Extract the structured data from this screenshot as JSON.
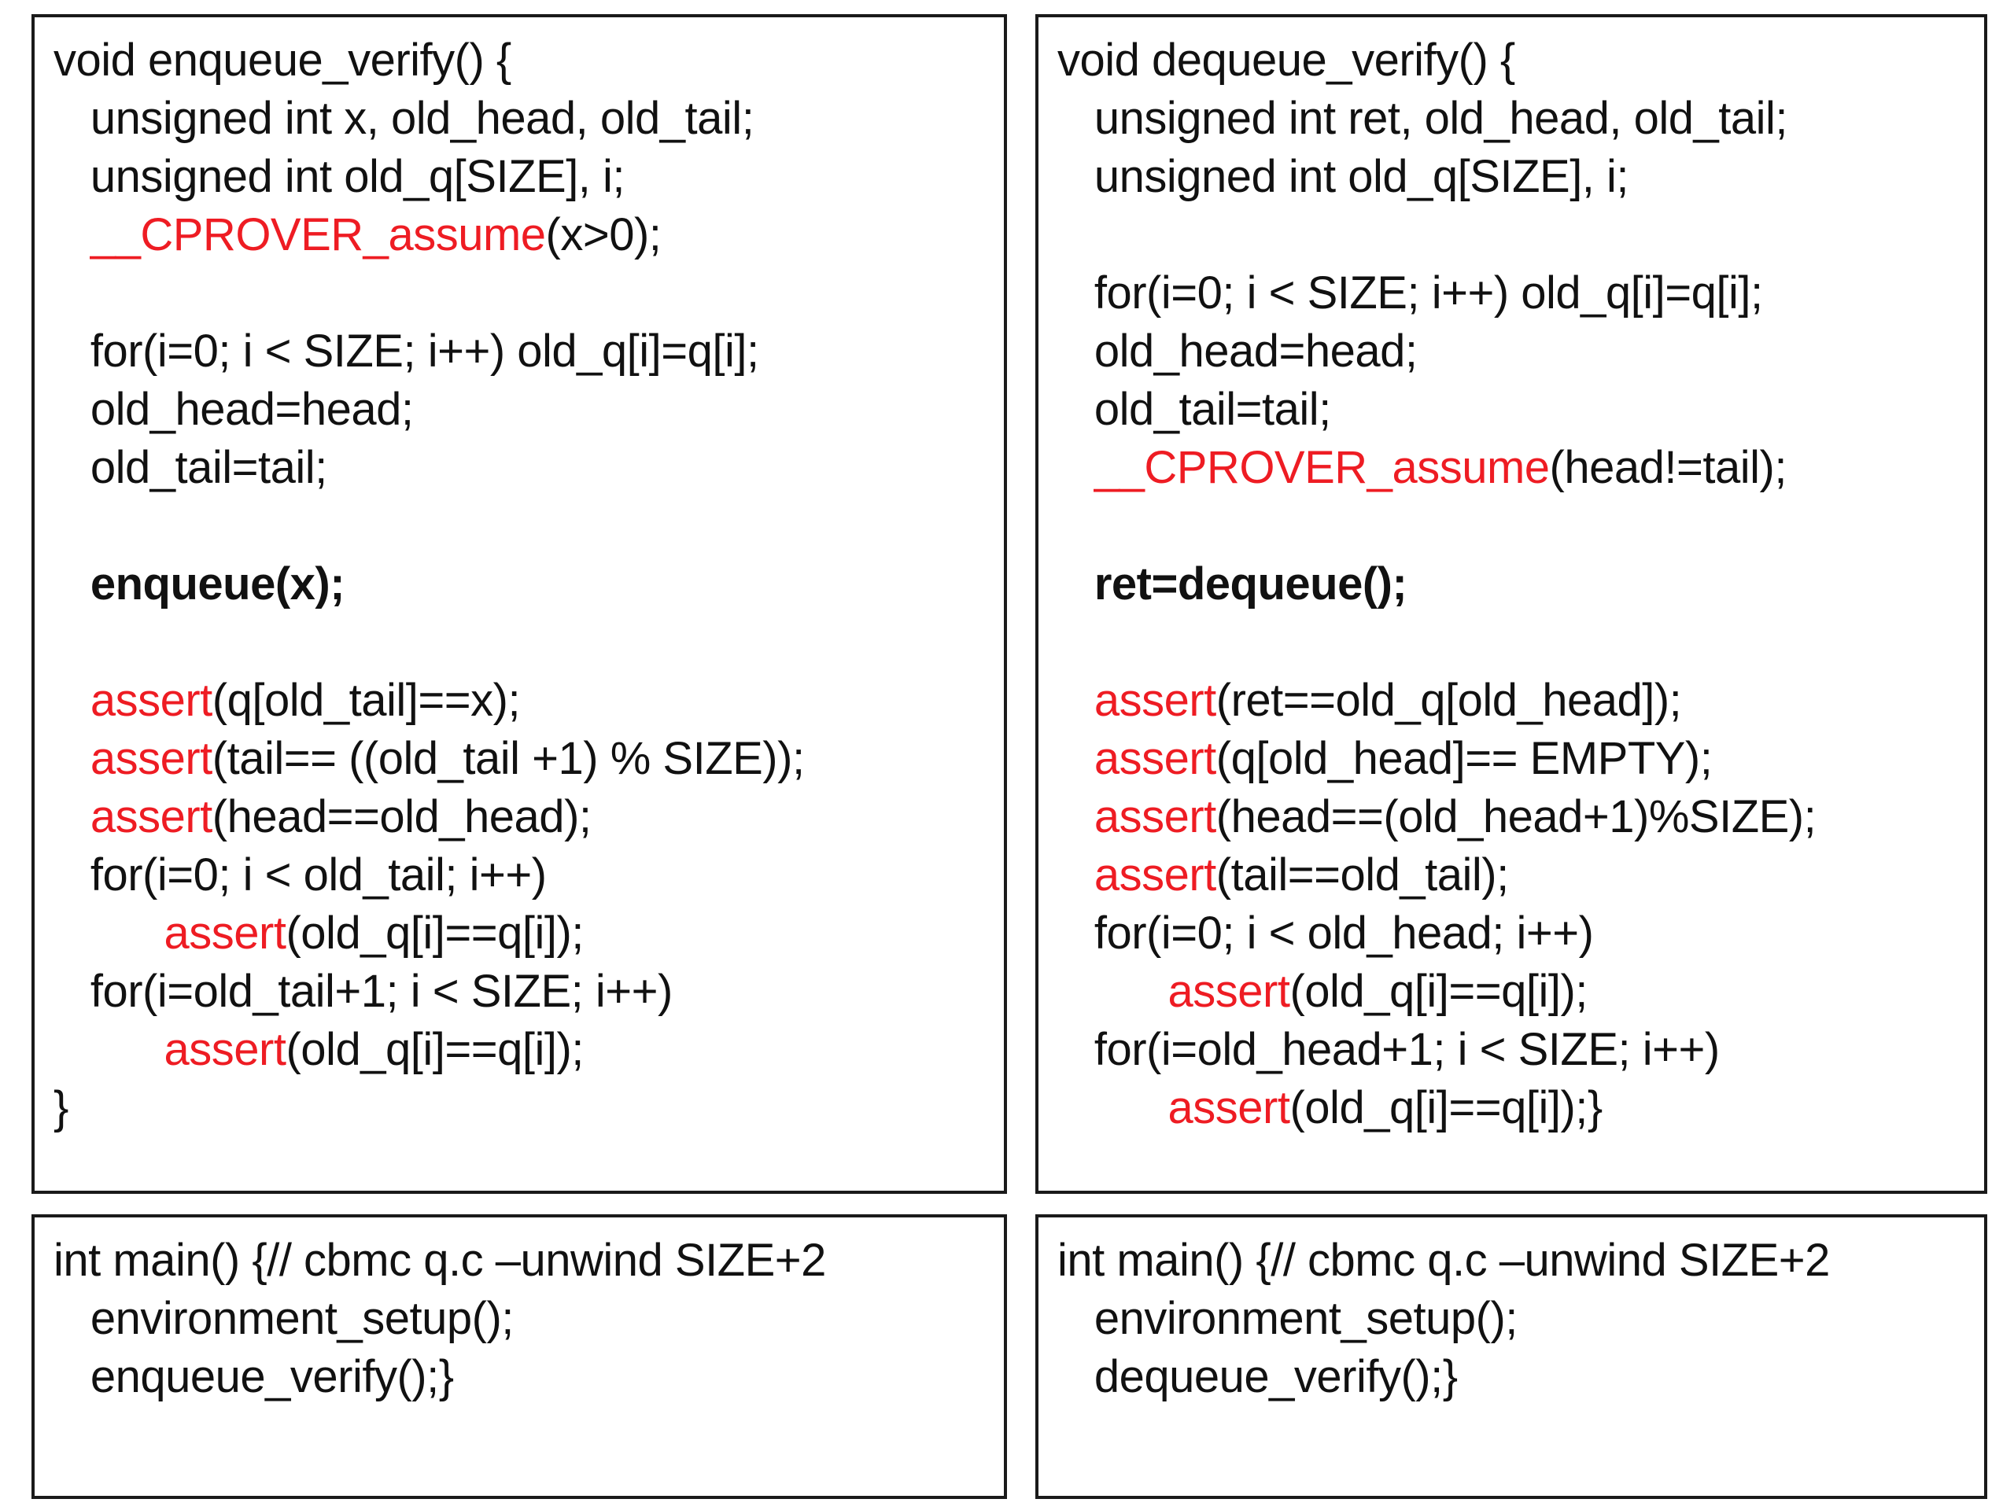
{
  "colors": {
    "keyword_red": "#ee1c23",
    "text_black": "#111111",
    "border": "#1a1a1a",
    "background": "#ffffff"
  },
  "panels": {
    "left": {
      "verify_box": {
        "name": "enqueue_verify",
        "lines": [
          {
            "indent": 0,
            "bold": false,
            "segments": [
              {
                "text": "void enqueue_verify() {",
                "color": "black"
              }
            ]
          },
          {
            "indent": 1,
            "bold": false,
            "segments": [
              {
                "text": "unsigned int x, old_head, old_tail;",
                "color": "black"
              }
            ]
          },
          {
            "indent": 1,
            "bold": false,
            "segments": [
              {
                "text": "unsigned int old_q[SIZE], i;",
                "color": "black"
              }
            ]
          },
          {
            "indent": 1,
            "bold": false,
            "segments": [
              {
                "text": "__CPROVER_assume",
                "color": "red"
              },
              {
                "text": "(x>0);",
                "color": "black"
              }
            ]
          },
          {
            "indent": 0,
            "bold": false,
            "segments": [
              {
                "text": "",
                "color": "black"
              }
            ]
          },
          {
            "indent": 1,
            "bold": false,
            "segments": [
              {
                "text": "for(i=0; i < SIZE; i++) old_q[i]=q[i];",
                "color": "black"
              }
            ]
          },
          {
            "indent": 1,
            "bold": false,
            "segments": [
              {
                "text": "old_head=head;",
                "color": "black"
              }
            ]
          },
          {
            "indent": 1,
            "bold": false,
            "segments": [
              {
                "text": "old_tail=tail;",
                "color": "black"
              }
            ]
          },
          {
            "indent": 0,
            "bold": false,
            "segments": [
              {
                "text": "",
                "color": "black"
              }
            ]
          },
          {
            "indent": 1,
            "bold": true,
            "segments": [
              {
                "text": "enqueue(x);",
                "color": "black"
              }
            ]
          },
          {
            "indent": 0,
            "bold": false,
            "segments": [
              {
                "text": "",
                "color": "black"
              }
            ]
          },
          {
            "indent": 1,
            "bold": false,
            "segments": [
              {
                "text": "assert",
                "color": "red"
              },
              {
                "text": "(q[old_tail]==x);",
                "color": "black"
              }
            ]
          },
          {
            "indent": 1,
            "bold": false,
            "segments": [
              {
                "text": "assert",
                "color": "red"
              },
              {
                "text": "(tail== ((old_tail +1) % SIZE));",
                "color": "black"
              }
            ]
          },
          {
            "indent": 1,
            "bold": false,
            "segments": [
              {
                "text": "assert",
                "color": "red"
              },
              {
                "text": "(head==old_head);",
                "color": "black"
              }
            ]
          },
          {
            "indent": 1,
            "bold": false,
            "segments": [
              {
                "text": "for(i=0; i < old_tail; i++)",
                "color": "black"
              }
            ]
          },
          {
            "indent": 3,
            "bold": false,
            "segments": [
              {
                "text": "assert",
                "color": "red"
              },
              {
                "text": "(old_q[i]==q[i]);",
                "color": "black"
              }
            ]
          },
          {
            "indent": 1,
            "bold": false,
            "segments": [
              {
                "text": "for(i=old_tail+1; i < SIZE; i++)",
                "color": "black"
              }
            ]
          },
          {
            "indent": 3,
            "bold": false,
            "segments": [
              {
                "text": "assert",
                "color": "red"
              },
              {
                "text": "(old_q[i]==q[i]);",
                "color": "black"
              }
            ]
          },
          {
            "indent": 0,
            "bold": false,
            "segments": [
              {
                "text": "}",
                "color": "black"
              }
            ]
          }
        ]
      },
      "main_box": {
        "name": "main_enqueue",
        "lines": [
          {
            "indent": 0,
            "bold": false,
            "wrap": true,
            "segments": [
              {
                "text": "int main() {// cbmc q.c –unwind SIZE+2",
                "color": "black"
              }
            ]
          },
          {
            "indent": 1,
            "bold": false,
            "segments": [
              {
                "text": "environment_setup();",
                "color": "black"
              }
            ]
          },
          {
            "indent": 1,
            "bold": false,
            "segments": [
              {
                "text": "enqueue_verify();}",
                "color": "black"
              }
            ]
          }
        ]
      }
    },
    "right": {
      "verify_box": {
        "name": "dequeue_verify",
        "lines": [
          {
            "indent": 0,
            "bold": false,
            "segments": [
              {
                "text": "void dequeue_verify() {",
                "color": "black"
              }
            ]
          },
          {
            "indent": 1,
            "bold": false,
            "segments": [
              {
                "text": "unsigned int ret, old_head, old_tail;",
                "color": "black"
              }
            ]
          },
          {
            "indent": 1,
            "bold": false,
            "segments": [
              {
                "text": "unsigned int old_q[SIZE], i;",
                "color": "black"
              }
            ]
          },
          {
            "indent": 0,
            "bold": false,
            "segments": [
              {
                "text": "",
                "color": "black"
              }
            ]
          },
          {
            "indent": 1,
            "bold": false,
            "segments": [
              {
                "text": "for(i=0; i < SIZE; i++) old_q[i]=q[i];",
                "color": "black"
              }
            ]
          },
          {
            "indent": 1,
            "bold": false,
            "segments": [
              {
                "text": "old_head=head;",
                "color": "black"
              }
            ]
          },
          {
            "indent": 1,
            "bold": false,
            "segments": [
              {
                "text": "old_tail=tail;",
                "color": "black"
              }
            ]
          },
          {
            "indent": 1,
            "bold": false,
            "segments": [
              {
                "text": "__CPROVER_assume",
                "color": "red"
              },
              {
                "text": "(head!=tail);",
                "color": "black"
              }
            ]
          },
          {
            "indent": 0,
            "bold": false,
            "segments": [
              {
                "text": "",
                "color": "black"
              }
            ]
          },
          {
            "indent": 1,
            "bold": true,
            "segments": [
              {
                "text": "ret=dequeue();",
                "color": "black"
              }
            ]
          },
          {
            "indent": 0,
            "bold": false,
            "segments": [
              {
                "text": "",
                "color": "black"
              }
            ]
          },
          {
            "indent": 1,
            "bold": false,
            "segments": [
              {
                "text": "assert",
                "color": "red"
              },
              {
                "text": "(ret==old_q[old_head]);",
                "color": "black"
              }
            ]
          },
          {
            "indent": 1,
            "bold": false,
            "segments": [
              {
                "text": "assert",
                "color": "red"
              },
              {
                "text": "(q[old_head]== EMPTY);",
                "color": "black"
              }
            ]
          },
          {
            "indent": 1,
            "bold": false,
            "segments": [
              {
                "text": "assert",
                "color": "red"
              },
              {
                "text": "(head==(old_head+1)%SIZE);",
                "color": "black"
              }
            ]
          },
          {
            "indent": 1,
            "bold": false,
            "segments": [
              {
                "text": "assert",
                "color": "red"
              },
              {
                "text": "(tail==old_tail);",
                "color": "black"
              }
            ]
          },
          {
            "indent": 1,
            "bold": false,
            "segments": [
              {
                "text": "for(i=0; i < old_head; i++)",
                "color": "black"
              }
            ]
          },
          {
            "indent": 3,
            "bold": false,
            "segments": [
              {
                "text": "assert",
                "color": "red"
              },
              {
                "text": "(old_q[i]==q[i]);",
                "color": "black"
              }
            ]
          },
          {
            "indent": 1,
            "bold": false,
            "segments": [
              {
                "text": "for(i=old_head+1; i < SIZE; i++)",
                "color": "black"
              }
            ]
          },
          {
            "indent": 3,
            "bold": false,
            "segments": [
              {
                "text": "assert",
                "color": "red"
              },
              {
                "text": "(old_q[i]==q[i]);}",
                "color": "black"
              }
            ]
          }
        ]
      },
      "main_box": {
        "name": "main_dequeue",
        "lines": [
          {
            "indent": 0,
            "bold": false,
            "wrap": true,
            "segments": [
              {
                "text": "int main() {// cbmc q.c –unwind SIZE+2",
                "color": "black"
              }
            ]
          },
          {
            "indent": 1,
            "bold": false,
            "segments": [
              {
                "text": "environment_setup();",
                "color": "black"
              }
            ]
          },
          {
            "indent": 1,
            "bold": false,
            "segments": [
              {
                "text": "dequeue_verify();}",
                "color": "black"
              }
            ]
          }
        ]
      }
    }
  }
}
